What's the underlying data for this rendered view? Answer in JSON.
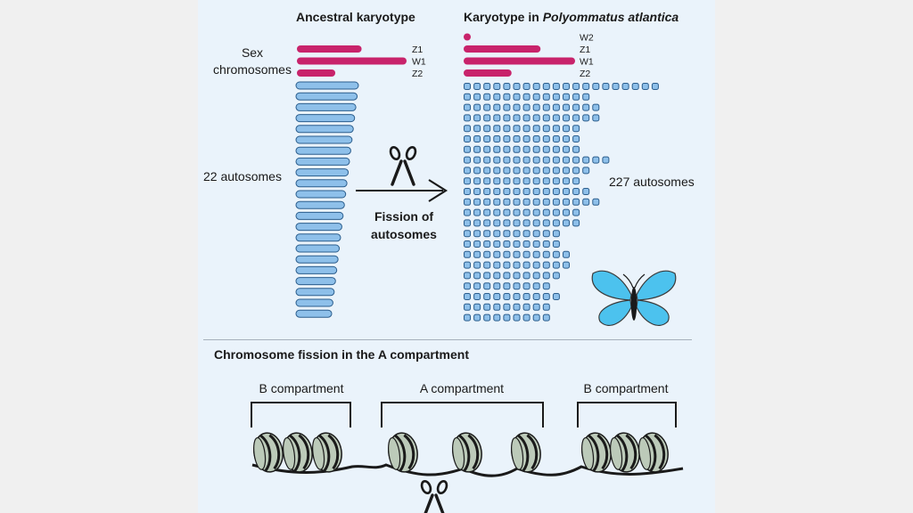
{
  "ancestral_title": "Ancestral karyotype",
  "atlantica_title_prefix": "Karyotype in ",
  "atlantica_species": "Polyommatus atlantica",
  "sex_label_line1": "Sex",
  "sex_label_line2": "chromosomes",
  "ancestral_autosome_label": "22 autosomes",
  "atlantica_autosome_label": "227 autosomes",
  "fission_line1": "Fission of",
  "fission_line2": "autosomes",
  "left_sex_chromosomes": [
    {
      "label": "Z1",
      "rel_length": 0.59
    },
    {
      "label": "W1",
      "rel_length": 1.0
    },
    {
      "label": "Z2",
      "rel_length": 0.35
    }
  ],
  "right_sex_chromosomes": [
    {
      "label": "W2",
      "rel_length": 0.05
    },
    {
      "label": "Z1",
      "rel_length": 0.69
    },
    {
      "label": "W1",
      "rel_length": 1.0
    },
    {
      "label": "Z2",
      "rel_length": 0.43
    }
  ],
  "ancestral_autosome_count": 22,
  "atlantica_autosome_rows": [
    20,
    13,
    14,
    14,
    12,
    12,
    12,
    15,
    13,
    12,
    13,
    14,
    12,
    12,
    10,
    10,
    11,
    11,
    10,
    9,
    10,
    9,
    9
  ],
  "bottom_title": "Chromosome fission in the A compartment",
  "compartments": [
    "B compartment",
    "A compartment",
    "B compartment"
  ],
  "colors": {
    "sex_chromosome": "#c8236b",
    "autosome_fill": "#8ec0ea",
    "autosome_stroke": "#2b5d8c",
    "butterfly_wing": "#4cc2ee",
    "nucleosome": "#bccab9"
  },
  "icons": [
    "scissors-icon",
    "butterfly-icon"
  ]
}
